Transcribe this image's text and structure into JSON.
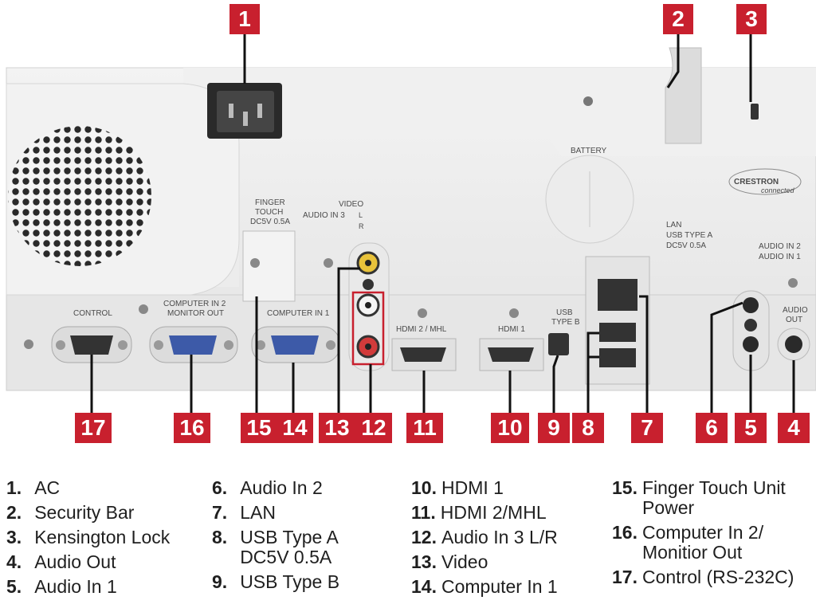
{
  "callouts": [
    "1",
    "2",
    "3",
    "4",
    "5",
    "6",
    "7",
    "8",
    "9",
    "10",
    "11",
    "12",
    "13",
    "14",
    "15",
    "16",
    "17"
  ],
  "panel_labels": {
    "battery": "BATTERY",
    "brand": "CRESTRON",
    "brand_sub": "connected",
    "finger_touch": "FINGER",
    "finger_touch_2": "TOUCH",
    "finger_touch_power": "DC5V 0.5A",
    "video": "VIDEO",
    "audio_in_3": "AUDIO IN 3",
    "l": "L",
    "r": "R",
    "lan": "LAN",
    "usb_type_a": "USB TYPE A",
    "usb_type_a_power": "DC5V 0.5A",
    "audio_in_2": "AUDIO IN 2",
    "audio_in_1": "AUDIO IN 1",
    "audio_out": "AUDIO",
    "audio_out_2": "OUT",
    "control": "CONTROL",
    "computer_in_2": "COMPUTER IN 2",
    "monitor_out": "MONITOR OUT",
    "computer_in_1": "COMPUTER IN 1",
    "hdmi2": "HDMI 2 / MHL",
    "hdmi1": "HDMI 1",
    "usb_type_b": "USB",
    "usb_type_b_2": "TYPE B"
  },
  "legend": {
    "col1": [
      {
        "num": "1.",
        "label": "AC"
      },
      {
        "num": "2.",
        "label": "Security Bar"
      },
      {
        "num": "3.",
        "label": "Kensington Lock"
      },
      {
        "num": "4.",
        "label": "Audio Out"
      },
      {
        "num": "5.",
        "label": "Audio In 1"
      }
    ],
    "col2": [
      {
        "num": "6.",
        "label": "Audio In 2"
      },
      {
        "num": "7.",
        "label": "LAN"
      },
      {
        "num": "8.",
        "label": "USB Type A",
        "label2": "DC5V 0.5A"
      },
      {
        "num": "9.",
        "label": "USB Type B"
      }
    ],
    "col3": [
      {
        "num": "10.",
        "label": "HDMI 1"
      },
      {
        "num": "11.",
        "label": "HDMI 2/MHL"
      },
      {
        "num": "12.",
        "label": "Audio In 3 L/R"
      },
      {
        "num": "13.",
        "label": "Video"
      },
      {
        "num": "14.",
        "label": "Computer In 1"
      }
    ],
    "col4": [
      {
        "num": "15.",
        "label": "Finger Touch Unit",
        "label2": "Power"
      },
      {
        "num": "16.",
        "label": "Computer In 2/",
        "label2": "Monitior Out"
      },
      {
        "num": "17.",
        "label": "Control (RS-232C)"
      }
    ]
  },
  "colors": {
    "accent": "#c8202e",
    "panel": "#eeeeee",
    "ports": "#3a3a3a"
  }
}
